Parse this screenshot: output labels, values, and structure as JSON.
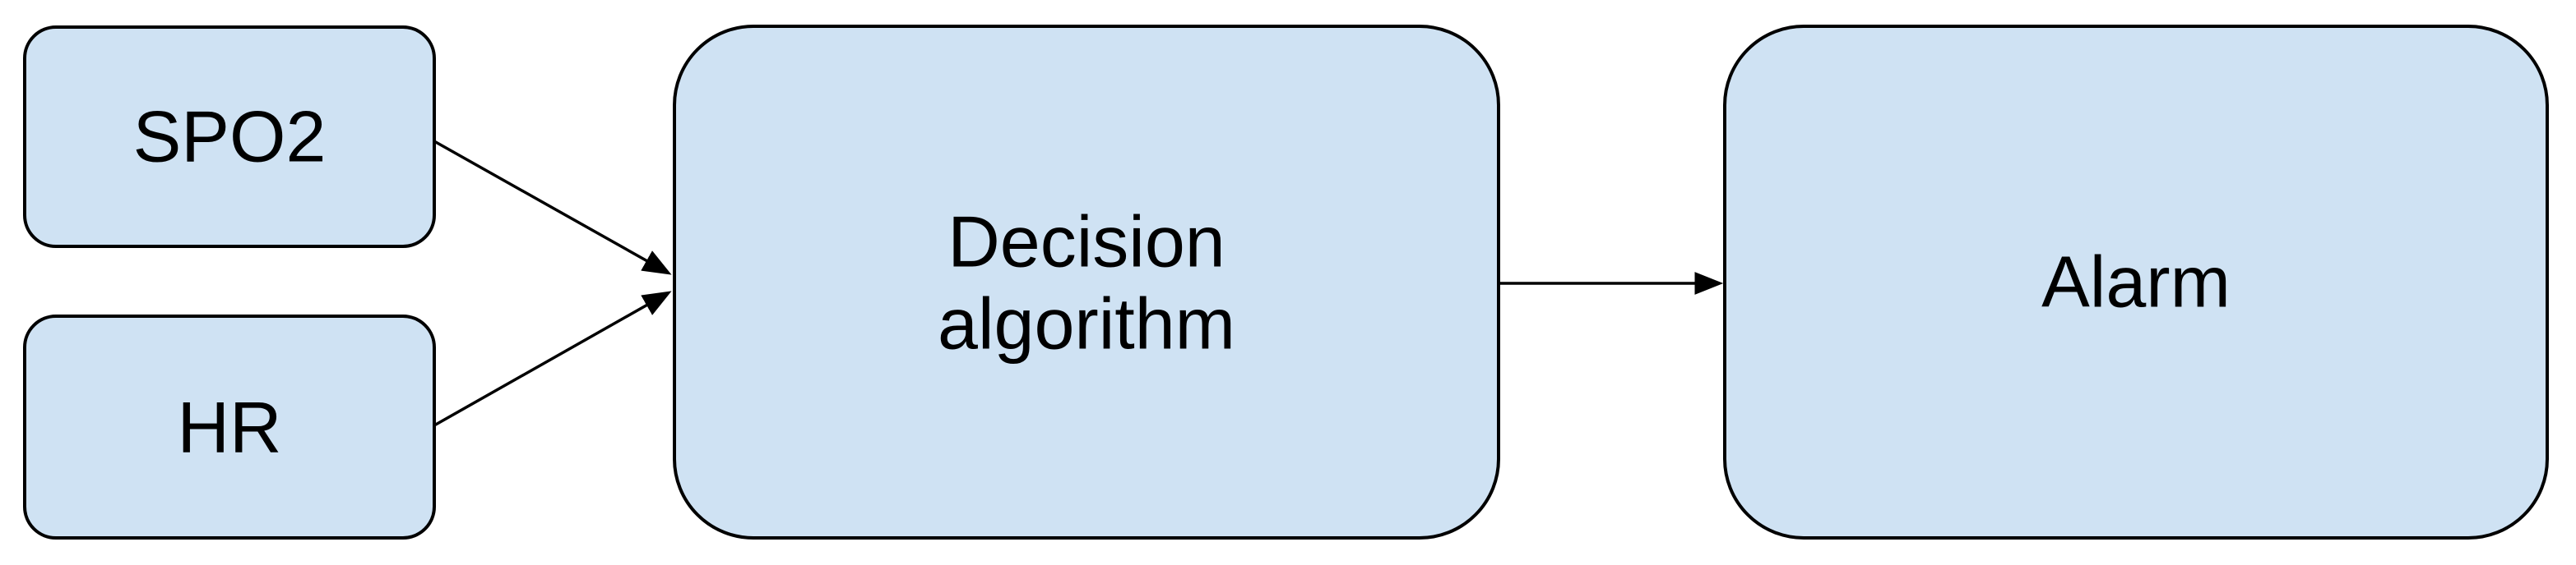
{
  "diagram": {
    "type": "flowchart",
    "background": "#ffffff",
    "colors": {
      "node_fill": "#cfe2f3",
      "node_border": "#000000",
      "arrow": "#000000",
      "text": "#000000"
    },
    "nodes": [
      {
        "id": "spo2",
        "label": "SPO2"
      },
      {
        "id": "hr",
        "label": "HR"
      },
      {
        "id": "decision",
        "label": "Decision algorithm",
        "lines": [
          "Decision",
          "algorithm"
        ]
      },
      {
        "id": "alarm",
        "label": "Alarm"
      }
    ],
    "edges": [
      {
        "from": "spo2",
        "to": "decision"
      },
      {
        "from": "hr",
        "to": "decision"
      },
      {
        "from": "decision",
        "to": "alarm"
      }
    ]
  }
}
